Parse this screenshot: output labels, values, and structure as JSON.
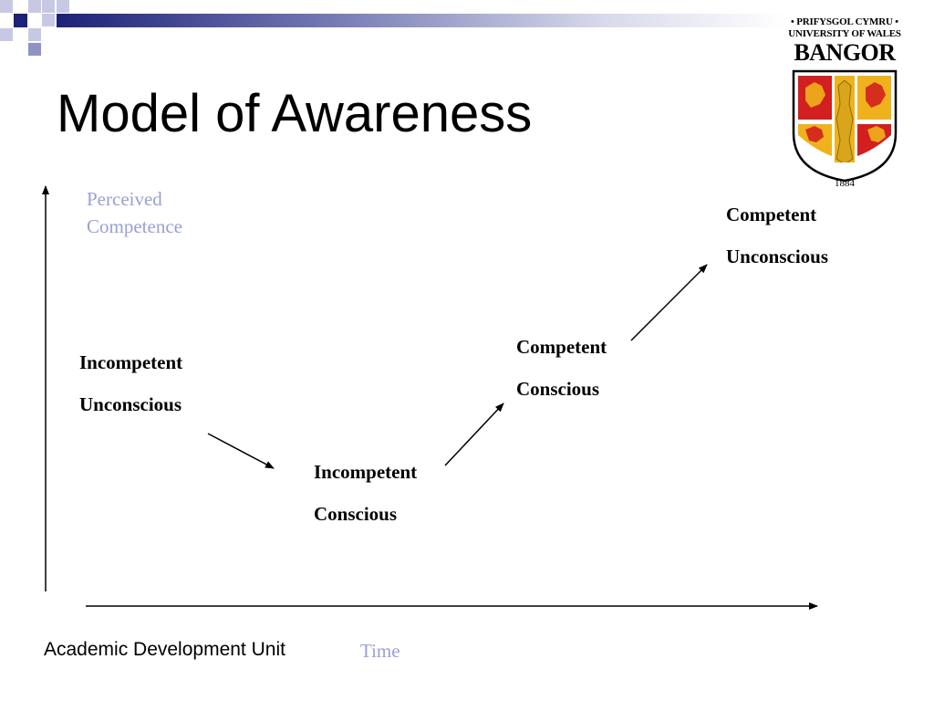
{
  "slide": {
    "title": "Model of Awareness",
    "footer": "Academic Development Unit"
  },
  "logo": {
    "line1": "• PRIFYSGOL CYMRU •",
    "line2": "UNIVERSITY OF WALES",
    "line3": "BANGOR",
    "year": "1884"
  },
  "axes": {
    "y_label_line1": "Perceived",
    "y_label_line2": "Competence",
    "x_label": "Time"
  },
  "stages": [
    {
      "line1": "Incompetent",
      "line2": "Unconscious"
    },
    {
      "line1": "Incompetent",
      "line2": "Conscious"
    },
    {
      "line1": "Competent",
      "line2": "Conscious"
    },
    {
      "line1": "Competent",
      "line2": "Unconscious"
    }
  ],
  "colors": {
    "accent_navy": "#1c2277",
    "axis_label": "#9aa0d6",
    "shield_red": "#d21f1f",
    "shield_gold": "#f0b21c"
  }
}
